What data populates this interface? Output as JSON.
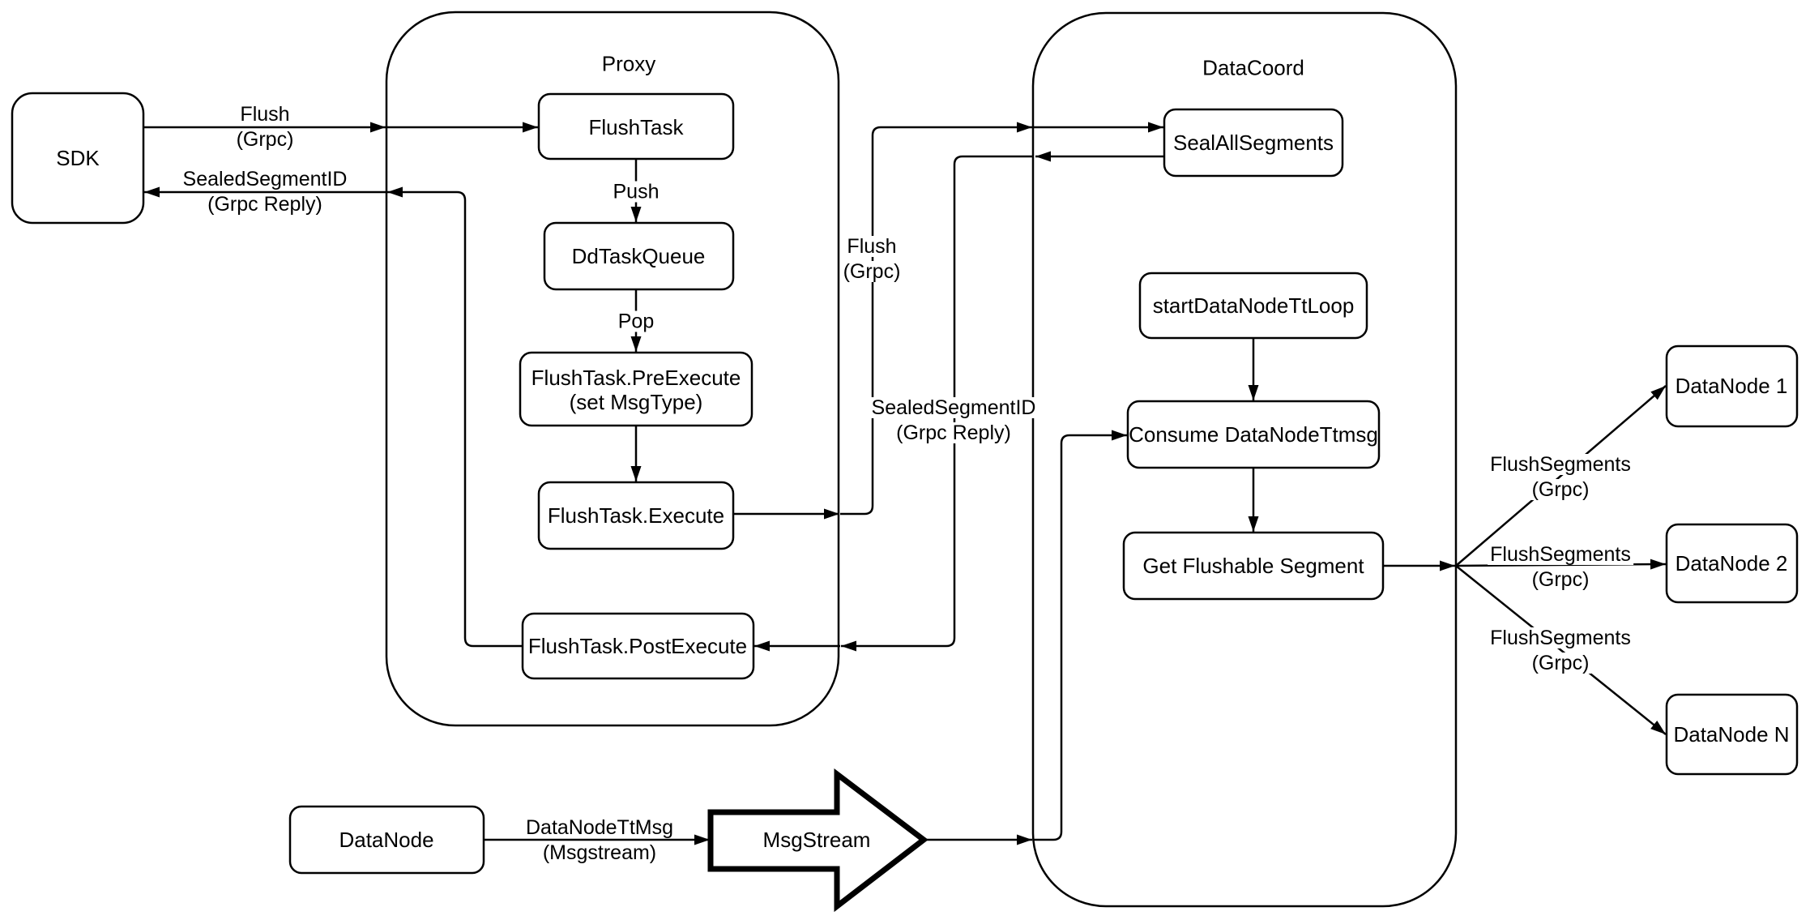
{
  "colors": {
    "stroke": "#000000",
    "node_fill": "#ffffff",
    "text": "#000000"
  },
  "containers": {
    "proxy": {
      "label": "Proxy"
    },
    "datacoord": {
      "label": "DataCoord"
    }
  },
  "nodes": {
    "sdk": {
      "label": "SDK"
    },
    "flush_task": {
      "label": "FlushTask"
    },
    "dd_task_queue": {
      "label": "DdTaskQueue"
    },
    "flush_task_pre_execute": {
      "line1": "FlushTask.PreExecute",
      "line2": "(set MsgType)"
    },
    "flush_task_execute": {
      "label": "FlushTask.Execute"
    },
    "flush_task_post_execute": {
      "label": "FlushTask.PostExecute"
    },
    "seal_all_segments": {
      "label": "SealAllSegments"
    },
    "start_datanode_tt_loop": {
      "label": "startDataNodeTtLoop"
    },
    "consume_datanode_ttmsg": {
      "label": "Consume DataNodeTtmsg"
    },
    "get_flushable_segment": {
      "label": "Get Flushable Segment"
    },
    "datanode_1": {
      "label": "DataNode 1"
    },
    "datanode_2": {
      "label": "DataNode 2"
    },
    "datanode_n": {
      "label": "DataNode N"
    },
    "datanode": {
      "label": "DataNode"
    },
    "msgstream": {
      "label": "MsgStream"
    }
  },
  "edge_labels": {
    "sdk_flush": {
      "line1": "Flush",
      "line2": "(Grpc)"
    },
    "sdk_reply": {
      "line1": "SealedSegmentID",
      "line2": "(Grpc Reply)"
    },
    "push": {
      "line1": "Push"
    },
    "pop": {
      "line1": "Pop"
    },
    "proxy_flush": {
      "line1": "Flush",
      "line2": "(Grpc)"
    },
    "proxy_reply": {
      "line1": "SealedSegmentID",
      "line2": "(Grpc Reply)"
    },
    "datanode_ttmsg": {
      "line1": "DataNodeTtMsg",
      "line2": "(Msgstream)"
    },
    "flush_segments_1": {
      "line1": "FlushSegments",
      "line2": "(Grpc)"
    },
    "flush_segments_2": {
      "line1": "FlushSegments",
      "line2": "(Grpc)"
    },
    "flush_segments_3": {
      "line1": "FlushSegments",
      "line2": "(Grpc)"
    }
  }
}
